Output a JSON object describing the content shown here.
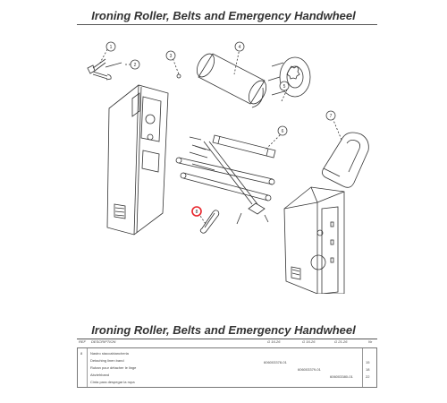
{
  "header": {
    "title": "Ironing Roller, Belts and Emergency Handwheel"
  },
  "diagram": {
    "callouts": [
      "1",
      "2",
      "3",
      "4",
      "5",
      "6",
      "7",
      "8"
    ],
    "highlighted_callout": "8",
    "highlight_color": "#e8242b"
  },
  "table": {
    "title": "Ironing Roller, Belts and Emergency Handwheel",
    "columns": {
      "ref": "REF",
      "description": "DESCRIPTION",
      "g1": "G 16-26",
      "g2": "G 16-26",
      "g3": "G 21-26",
      "nr": "Nr"
    },
    "row": {
      "ref": "8",
      "descriptions": [
        "Nastro staccabiancheria",
        "Detaching linen band",
        "Ruban pour détacher le linge",
        "Abziehband",
        "Cinta para despegar la ropa"
      ],
      "codes": [
        "606003378-01",
        "606003379-01",
        "606003380-01"
      ],
      "qty": [
        "15",
        "18",
        "22"
      ]
    }
  }
}
